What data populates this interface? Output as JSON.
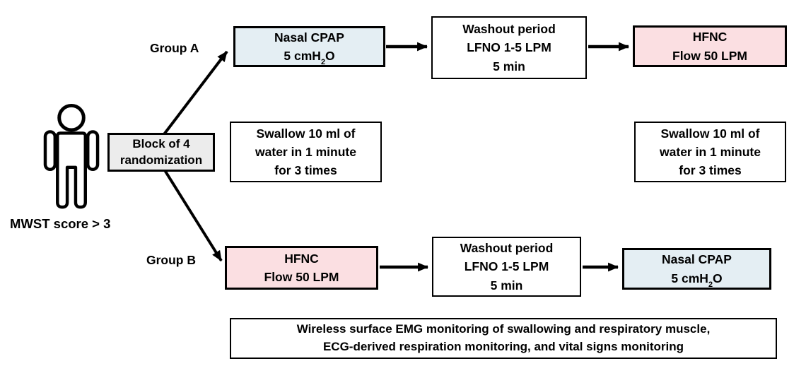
{
  "patient": {
    "caption": "MWST score > 3"
  },
  "randomization": {
    "line1": "Block of 4",
    "line2": "randomization"
  },
  "groups": {
    "a": {
      "label": "Group A",
      "cpap": {
        "line1": "Nasal CPAP",
        "line2_prefix": "5 cmH",
        "line2_sub": "2",
        "line2_suffix": "O"
      },
      "washout": {
        "line1": "Washout period",
        "line2": "LFNO 1-5 LPM",
        "line3": "5 min"
      },
      "hfnc": {
        "line1": "HFNC",
        "line2": "Flow 50 LPM"
      }
    },
    "b": {
      "label": "Group B",
      "hfnc": {
        "line1": "HFNC",
        "line2": "Flow 50 LPM"
      },
      "washout": {
        "line1": "Washout period",
        "line2": "LFNO 1-5 LPM",
        "line3": "5 min"
      },
      "cpap": {
        "line1": "Nasal CPAP",
        "line2_prefix": "5 cmH",
        "line2_sub": "2",
        "line2_suffix": "O"
      }
    }
  },
  "swallow": {
    "line1": "Swallow 10 ml of",
    "line2": "water in 1 minute",
    "line3": "for 3 times"
  },
  "monitoring": {
    "line1": "Wireless surface EMG monitoring of swallowing and respiratory muscle,",
    "line2": "ECG-derived respiration monitoring, and vital signs monitoring"
  },
  "colors": {
    "cpap_fill": "#e4eef3",
    "hfnc_fill": "#fbdfe2",
    "randomization_fill": "#ececec",
    "border": "#000000",
    "arrow": "#000000",
    "background": "#ffffff"
  }
}
